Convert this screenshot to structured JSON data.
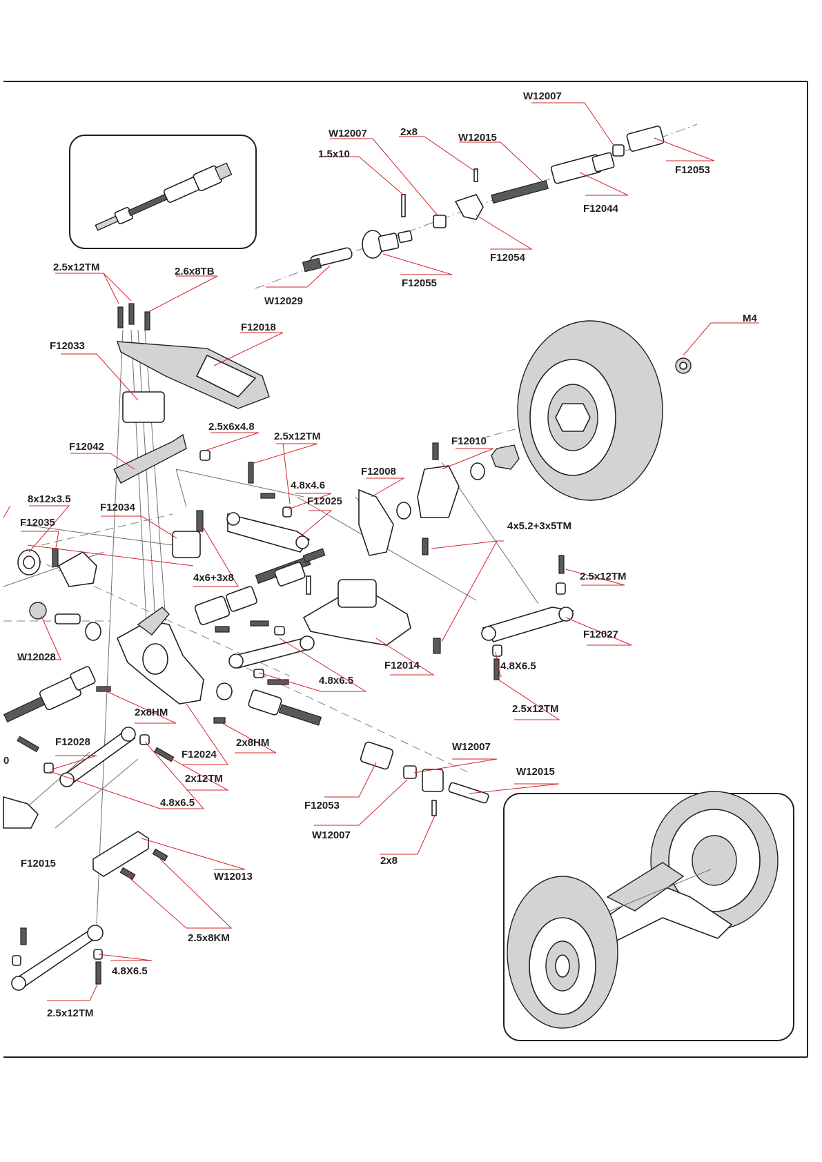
{
  "labels": [
    {
      "id": "w12007-top",
      "text": "W12007"
    },
    {
      "id": "w12007-b",
      "text": "W12007"
    },
    {
      "id": "pin-2x8-top",
      "text": "2x8"
    },
    {
      "id": "w12015-top",
      "text": "W12015"
    },
    {
      "id": "f12053-top",
      "text": "F12053"
    },
    {
      "id": "pin-1-5x10",
      "text": "1.5x10"
    },
    {
      "id": "f12044",
      "text": "F12044"
    },
    {
      "id": "f12054",
      "text": "F12054"
    },
    {
      "id": "f12055",
      "text": "F12055"
    },
    {
      "id": "w12029",
      "text": "W12029"
    },
    {
      "id": "screw-2-5x12tm-a",
      "text": "2.5x12TM"
    },
    {
      "id": "screw-2-6x8tb",
      "text": "2.6x8TB"
    },
    {
      "id": "f12018",
      "text": "F12018"
    },
    {
      "id": "m4",
      "text": "M4"
    },
    {
      "id": "f12033",
      "text": "F12033"
    },
    {
      "id": "bushing-2-5x6x4-8",
      "text": "2.5x6x4.8"
    },
    {
      "id": "screw-2-5x12tm-b",
      "text": "2.5x12TM"
    },
    {
      "id": "f12010",
      "text": "F12010"
    },
    {
      "id": "f12042",
      "text": "F12042"
    },
    {
      "id": "f12008",
      "text": "F12008"
    },
    {
      "id": "nut-4-8x4-6",
      "text": "4.8x4.6"
    },
    {
      "id": "bearing-8x12x3-5",
      "text": "8x12x3.5"
    },
    {
      "id": "f12025",
      "text": "F12025"
    },
    {
      "id": "f12034",
      "text": "F12034"
    },
    {
      "id": "f12035",
      "text": "F12035"
    },
    {
      "id": "screw-4x5-2-3x5tm",
      "text": "4x5.2+3x5TM"
    },
    {
      "id": "screw-2-5x12tm-c",
      "text": "2.5x12TM"
    },
    {
      "id": "screw-4x6-3x8",
      "text": "4x6+3x8"
    },
    {
      "id": "f12027",
      "text": "F12027"
    },
    {
      "id": "w12028",
      "text": "W12028"
    },
    {
      "id": "f12014",
      "text": "F12014"
    },
    {
      "id": "ball-4-8x6-5-a",
      "text": "4.8X6.5"
    },
    {
      "id": "ball-4-8x6-5-b",
      "text": "4.8x6.5"
    },
    {
      "id": "screw-2-5x12tm-d",
      "text": "2.5x12TM"
    },
    {
      "id": "screw-2x8hm-a",
      "text": "2x8HM"
    },
    {
      "id": "screw-2x8hm-b",
      "text": "2x8HM"
    },
    {
      "id": "f12024",
      "text": "F12024"
    },
    {
      "id": "f12028",
      "text": "F12028"
    },
    {
      "id": "w12007-c",
      "text": "W12007"
    },
    {
      "id": "screw-2x12tm",
      "text": "2x12TM"
    },
    {
      "id": "w12015-b",
      "text": "W12015"
    },
    {
      "id": "ball-4-8x6-5-c",
      "text": "4.8x6.5"
    },
    {
      "id": "f12053-b",
      "text": "F12053"
    },
    {
      "id": "w12007-d",
      "text": "W12007"
    },
    {
      "id": "f12015",
      "text": "F12015"
    },
    {
      "id": "w12013",
      "text": "W12013"
    },
    {
      "id": "pin-2x8-b",
      "text": "2x8"
    },
    {
      "id": "screw-2-5x8km",
      "text": "2.5x8KM"
    },
    {
      "id": "ball-4-8x6-5-d",
      "text": "4.8X6.5"
    },
    {
      "id": "screw-2-5x12tm-e",
      "text": "2.5x12TM"
    },
    {
      "id": "edge-fragment",
      "text": "0"
    }
  ]
}
